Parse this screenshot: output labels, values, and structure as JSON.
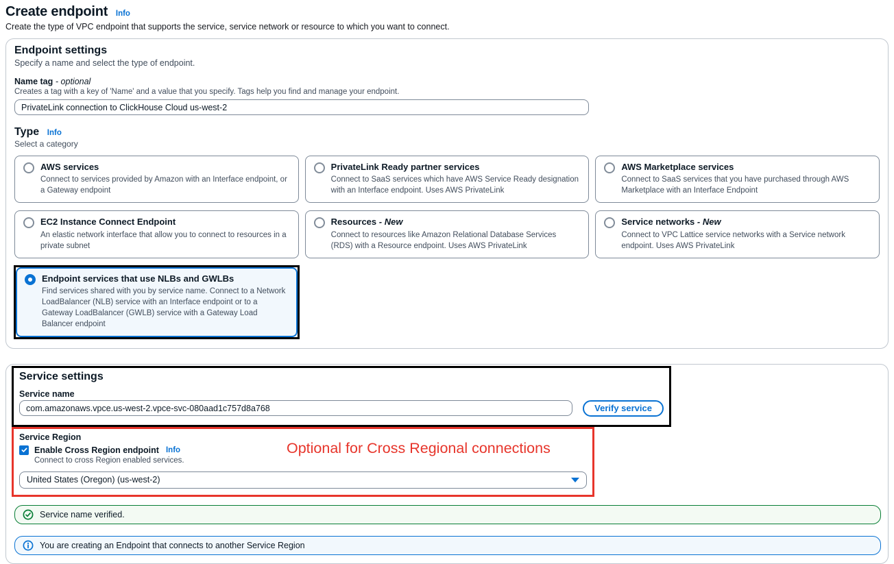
{
  "page": {
    "title": "Create endpoint",
    "info_label": "Info",
    "subtitle": "Create the type of VPC endpoint that supports the service, service network or resource to which you want to connect."
  },
  "colors": {
    "accent_blue": "#0972d3",
    "annotation_red": "#e7352b",
    "annotation_black": "#000000",
    "success_green": "#077d34",
    "selected_tile_bg": "#f2f8fd"
  },
  "endpoint_settings": {
    "heading": "Endpoint settings",
    "description": "Specify a name and select the type of endpoint.",
    "name_tag": {
      "label": "Name tag",
      "optional_suffix": "- optional",
      "help": "Creates a tag with a key of 'Name' and a value that you specify. Tags help you find and manage your endpoint.",
      "value": "PrivateLink connection to ClickHouse Cloud us-west-2"
    },
    "type": {
      "heading": "Type",
      "info_label": "Info",
      "description": "Select a category",
      "options": [
        {
          "title": "AWS services",
          "description": "Connect to services provided by Amazon with an Interface endpoint, or a Gateway endpoint",
          "selected": false
        },
        {
          "title": "PrivateLink Ready partner services",
          "description": "Connect to SaaS services which have AWS Service Ready designation with an Interface endpoint. Uses AWS PrivateLink",
          "selected": false
        },
        {
          "title": "AWS Marketplace services",
          "description": "Connect to SaaS services that you have purchased through AWS Marketplace with an Interface Endpoint",
          "selected": false
        },
        {
          "title": "EC2 Instance Connect Endpoint",
          "description": "An elastic network interface that allow you to connect to resources in a private subnet",
          "selected": false
        },
        {
          "title": "Resources",
          "suffix": "- New",
          "description": "Connect to resources like Amazon Relational Database Services (RDS) with a Resource endpoint. Uses AWS PrivateLink",
          "selected": false
        },
        {
          "title": "Service networks",
          "suffix": "- New",
          "description": "Connect to VPC Lattice service networks with a Service network endpoint. Uses AWS PrivateLink",
          "selected": false
        },
        {
          "title": "Endpoint services that use NLBs and GWLBs",
          "description": "Find services shared with you by service name. Connect to a Network LoadBalancer (NLB) service with an Interface endpoint or to a Gateway LoadBalancer (GWLB) service with a Gateway Load Balancer endpoint",
          "selected": true
        }
      ]
    }
  },
  "service_settings": {
    "heading": "Service settings",
    "service_name": {
      "label": "Service name",
      "value": "com.amazonaws.vpce.us-west-2.vpce-svc-080aad1c757d8a768"
    },
    "verify_button_label": "Verify service",
    "service_region": {
      "label": "Service Region",
      "checkbox_label": "Enable Cross Region endpoint",
      "checkbox_checked": true,
      "info_label": "Info",
      "checkbox_help": "Connect to cross Region enabled services.",
      "selected_region": "United States (Oregon) (us-west-2)"
    },
    "annotation_text": "Optional for Cross Regional connections",
    "success_banner": "Service name verified.",
    "info_banner": "You are creating an Endpoint that connects to another Service Region"
  }
}
